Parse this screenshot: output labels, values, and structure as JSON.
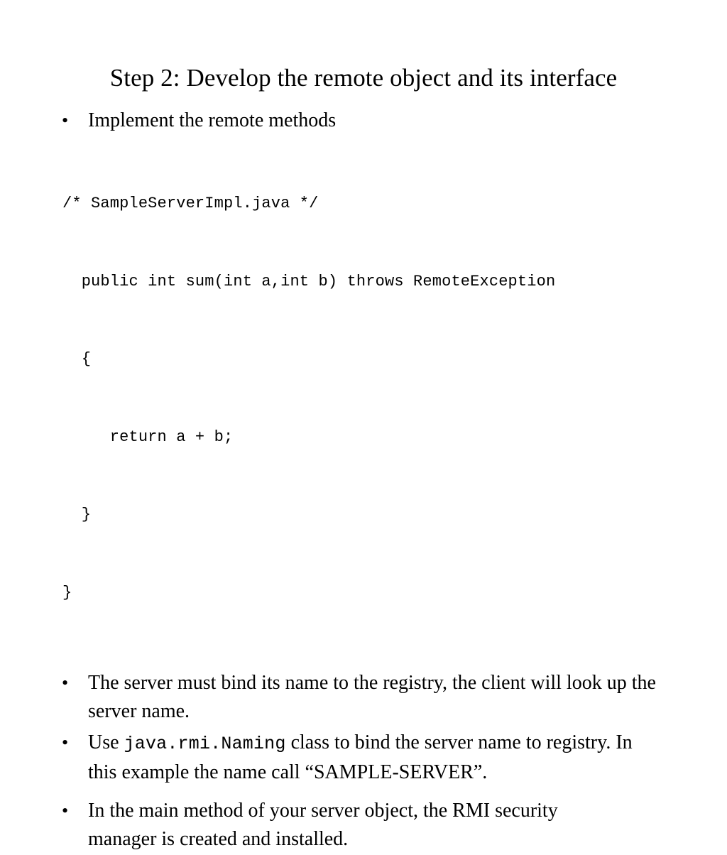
{
  "slide": {
    "title": "Step 2: Develop the remote object and its interface",
    "bullet_marker": "•",
    "bullets": {
      "b1": "Implement the remote methods",
      "b2": "The server must bind its name to the registry, the client will look up the server name.",
      "b3_prefix": "Use ",
      "b3_code": "java.rmi.Naming",
      "b3_suffix": " class to bind the server name to registry. In this example the name call “SAMPLE-SERVER”.",
      "b4": "In the main method of your server object, the RMI security manager is created and installed."
    },
    "code": {
      "line1": "/* SampleServerImpl.java */",
      "line2": "  public int sum(int a,int b) throws RemoteException",
      "line3": "  {",
      "line4": "     return a + b;",
      "line5": "  }",
      "line6": "}"
    },
    "colors": {
      "background": "#ffffff",
      "text": "#000000"
    }
  }
}
